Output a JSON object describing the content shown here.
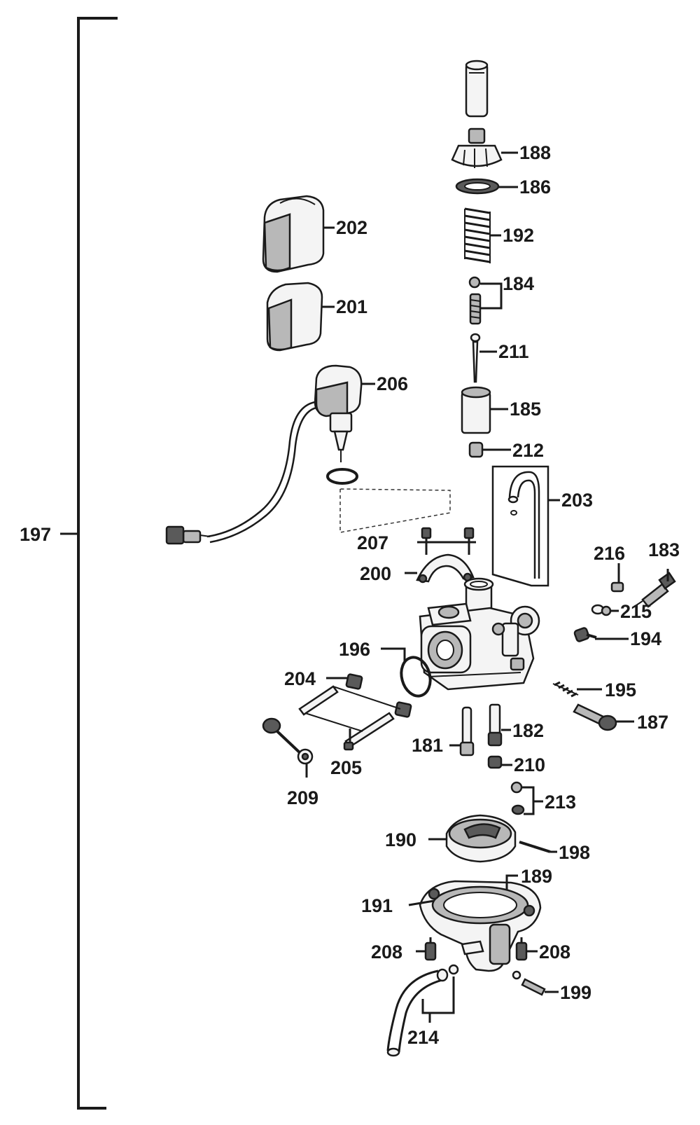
{
  "labels": {
    "l197": "197",
    "l188": "188",
    "l186": "186",
    "l192": "192",
    "l184": "184",
    "l211": "211",
    "l185": "185",
    "l212": "212",
    "l203": "203",
    "l202": "202",
    "l201": "201",
    "l206": "206",
    "l207": "207",
    "l200": "200",
    "l216": "216",
    "l183": "183",
    "l215": "215",
    "l194": "194",
    "l196": "196",
    "l204": "204",
    "l195": "195",
    "l187": "187",
    "l181": "181",
    "l182": "182",
    "l205": "205",
    "l210": "210",
    "l209": "209",
    "l213": "213",
    "l190": "190",
    "l198": "198",
    "l189": "189",
    "l191": "191",
    "l208a": "208",
    "l208b": "208",
    "l199": "199",
    "l214": "214"
  }
}
